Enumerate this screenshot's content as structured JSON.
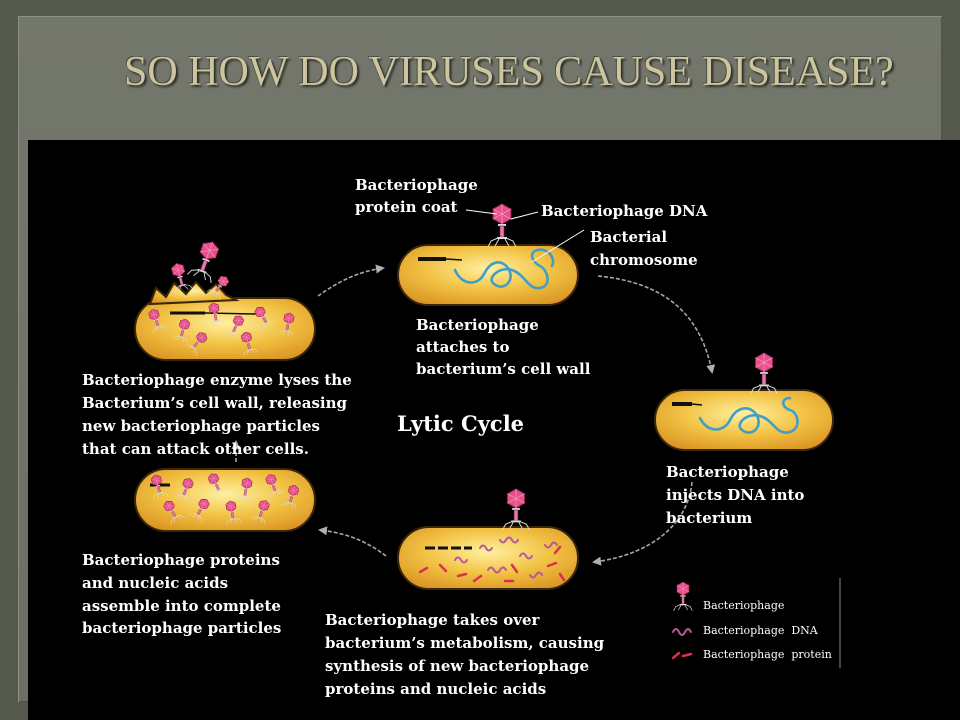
{
  "slide": {
    "title": "SO HOW DO VIRUSES CAUSE DISEASE?"
  },
  "diagram": {
    "center_title": "Lytic Cycle",
    "callouts": {
      "protein_coat": [
        "Bacteriophage",
        "protein coat"
      ],
      "phage_dna": "Bacteriophage DNA",
      "bacterial_chromosome": [
        "Bacterial",
        "chromosome"
      ]
    },
    "stages": {
      "attach": {
        "lines": [
          "Bacteriophage",
          "attaches to",
          "bacterium’s cell wall"
        ]
      },
      "inject": {
        "lines": [
          "Bacteriophage",
          "injects DNA into",
          "bacterium"
        ]
      },
      "synthesize": {
        "lines": [
          "Bacteriophage takes over",
          "bacterium’s metabolism, causing",
          "synthesis of new bacteriophage",
          "proteins and nucleic acids"
        ]
      },
      "assemble": {
        "lines": [
          "Bacteriophage proteins",
          "and nucleic acids",
          "assemble into complete",
          "bacteriophage particles"
        ]
      },
      "lyse": {
        "lines": [
          "Bacteriophage enzyme lyses the",
          "Bacterium’s cell wall, releasing",
          "new bacteriophage particles",
          "that can attack other cells."
        ]
      }
    },
    "legend": [
      {
        "icon": "phage-icon",
        "label": "Bacteriophage"
      },
      {
        "icon": "dna-strand-icon",
        "label": "Bacteriophage  DNA"
      },
      {
        "icon": "protein-fragment-icon",
        "label": "Bacteriophage  protein"
      }
    ]
  },
  "colors": {
    "background": "#55584d",
    "panel": "#71746a",
    "title": "#cdc59e",
    "diagram_bg": "#000000",
    "label_text": "#ffffff",
    "cell": "#f2c244",
    "phage_head": "#e8508c",
    "dna": "#3f9fc6",
    "phage_dna": "#b8579a",
    "protein": "#d9304f",
    "arrow": "#a8a8a8"
  }
}
